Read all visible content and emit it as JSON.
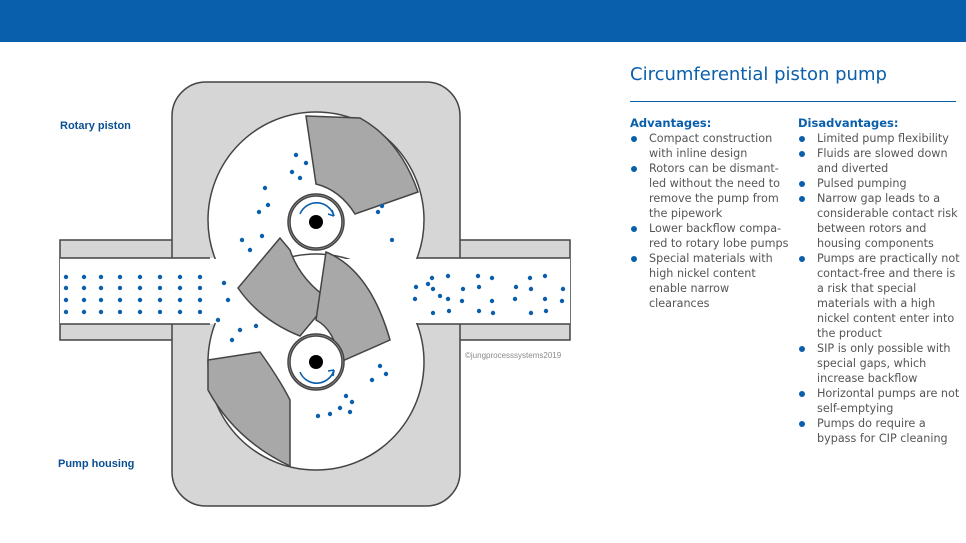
{
  "labels": {
    "rotary_piston": "Rotary piston",
    "pump_housing": "Pump housing",
    "copyright": "©jungprocesssystems2019"
  },
  "title": "Circumferential piston pump",
  "advantages": {
    "heading": "Advantages:",
    "items": [
      "Compact construction with inline design",
      "Rotors can be dismant-led without the need to remove the pump from the pipework",
      "Lower backflow compa-red to rotary lobe pumps",
      "Special materials with high nickel content enable narrow clearances"
    ]
  },
  "disadvantages": {
    "heading": "Disadvantages:",
    "items": [
      "Limited pump flexibility",
      "Fluids are slowed down and diverted",
      "Pulsed pumping",
      "Narrow gap leads to a considerable contact risk between rotors and housing components",
      "Pumps are practically not contact-free and there is a risk that special materials with a high nickel content enter into the product",
      "SIP is only possible with special gaps, which increase backflow",
      "Horizontal pumps are not self-emptying",
      "Pumps do require a bypass for CIP cleaning"
    ]
  },
  "colors": {
    "brand_blue": "#0a5fad",
    "housing_gray": "#d6d6d6",
    "rotor_gray": "#a8a8a8",
    "fluid_dot": "#0a5fad"
  }
}
